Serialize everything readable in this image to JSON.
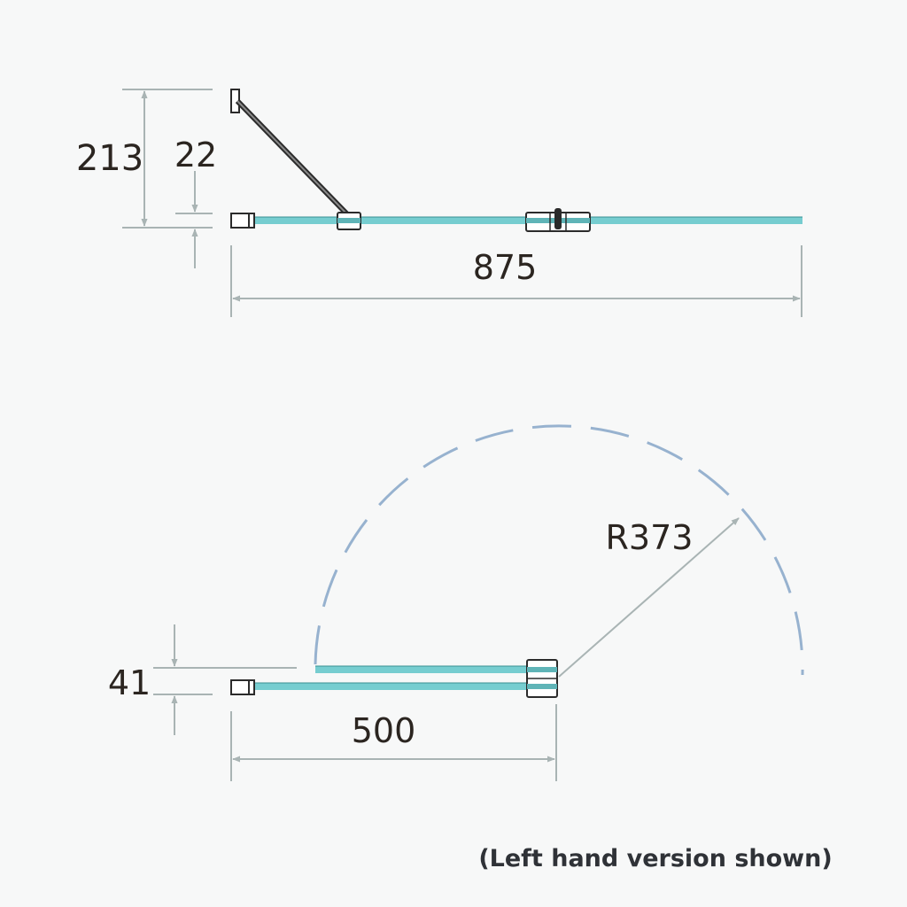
{
  "top_view": {
    "overall_height_label": "213",
    "offset_label": "22",
    "width_label": "875"
  },
  "bottom_view": {
    "offset_label": "41",
    "panel_width_label": "500",
    "radius_label": "R373"
  },
  "note": "(Left hand version shown)",
  "colors": {
    "background": "#f7f8f8",
    "glass": "#76cdd0",
    "dimension_line": "#a9b4b4",
    "arc": "#97b2cf",
    "outline": "#2b2b2b"
  }
}
